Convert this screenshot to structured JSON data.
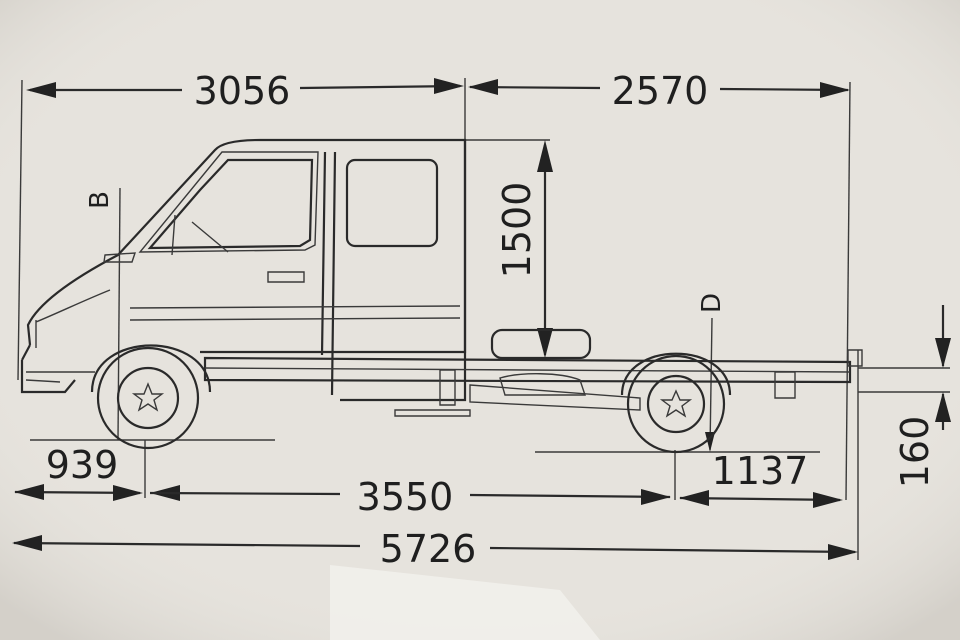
{
  "drawing": {
    "dimensions": {
      "front_overall": "3056",
      "rear_section": "2570",
      "body_height": "1500",
      "front_overhang": "939",
      "wheelbase": "3550",
      "rear_overhang": "1137",
      "overall_length": "5726",
      "frame_height": "160"
    },
    "labels": {
      "b": "B",
      "d": "D"
    }
  },
  "colors": {
    "paper": "#e6e3dd",
    "ink": "#222222"
  }
}
